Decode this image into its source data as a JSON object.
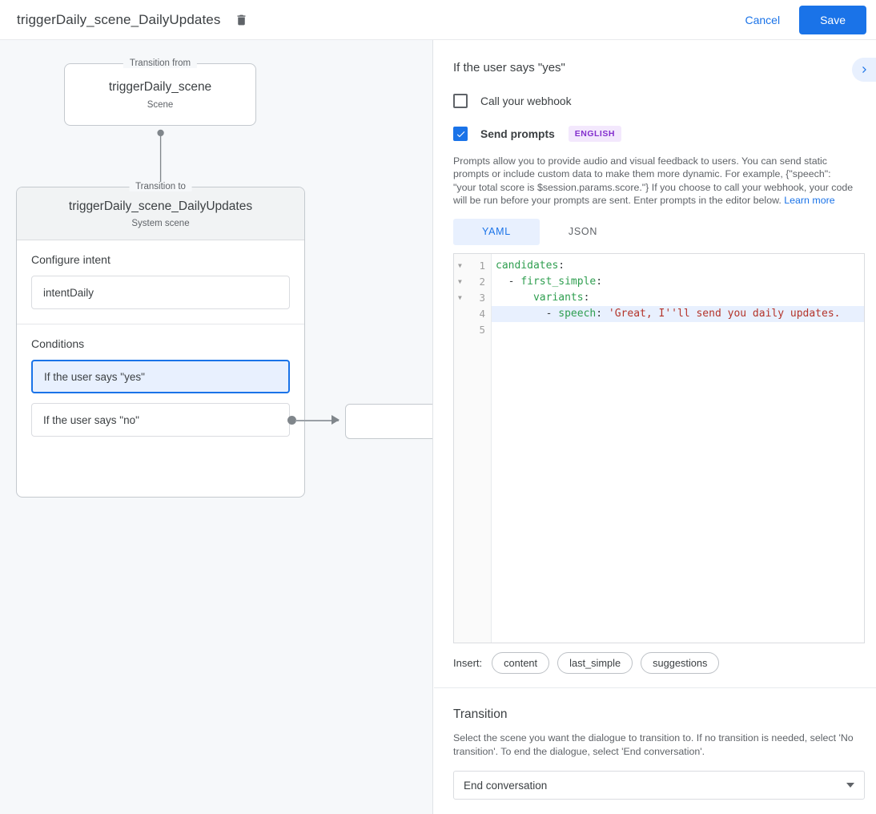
{
  "topbar": {
    "title": "triggerDaily_scene_DailyUpdates",
    "delete_icon": "trash-icon",
    "cancel_label": "Cancel",
    "save_label": "Save",
    "accent_color": "#1a73e8"
  },
  "canvas": {
    "from_node": {
      "legend": "Transition from",
      "title": "triggerDaily_scene",
      "subtitle": "Scene"
    },
    "to_node": {
      "legend": "Transition to",
      "title": "triggerDaily_scene_DailyUpdates",
      "subtitle": "System scene"
    },
    "intent_section": {
      "label": "Configure intent",
      "value": "intentDaily"
    },
    "conditions_section": {
      "label": "Conditions",
      "items": [
        {
          "label": "If the user says \"yes\"",
          "selected": true
        },
        {
          "label": "If the user says \"no\"",
          "selected": false
        }
      ]
    }
  },
  "panel": {
    "title": "If the user says \"yes\"",
    "collapse_icon": "chevron-right-icon",
    "webhook": {
      "label": "Call your webhook",
      "checked": false
    },
    "prompts": {
      "label": "Send prompts",
      "checked": true,
      "language_badge": "ENGLISH",
      "badge_bg": "#f3e8fd",
      "badge_color": "#8430ce",
      "description": "Prompts allow you to provide audio and visual feedback to users. You can send static prompts or include custom data to make them more dynamic. For example, {\"speech\": \"your total score is $session.params.score.\"} If you choose to call your webhook, your code will be run before your prompts are sent. Enter prompts in the editor below. ",
      "learn_more": "Learn more"
    },
    "format_tabs": [
      {
        "label": "YAML",
        "active": true
      },
      {
        "label": "JSON",
        "active": false
      }
    ],
    "editor": {
      "lines": [
        {
          "num": "1",
          "fold": true,
          "active": false,
          "tokens": [
            {
              "t": "candidates",
              "c": "k"
            },
            {
              "t": ":",
              "c": "p"
            }
          ]
        },
        {
          "num": "2",
          "fold": true,
          "active": false,
          "tokens": [
            {
              "t": "  - ",
              "c": "d"
            },
            {
              "t": "first_simple",
              "c": "k"
            },
            {
              "t": ":",
              "c": "p"
            }
          ]
        },
        {
          "num": "3",
          "fold": true,
          "active": false,
          "tokens": [
            {
              "t": "      ",
              "c": "d"
            },
            {
              "t": "variants",
              "c": "k"
            },
            {
              "t": ":",
              "c": "p"
            }
          ]
        },
        {
          "num": "4",
          "fold": false,
          "active": true,
          "tokens": [
            {
              "t": "        - ",
              "c": "d"
            },
            {
              "t": "speech",
              "c": "k"
            },
            {
              "t": ": ",
              "c": "p"
            },
            {
              "t": "'Great, I''ll send you daily updates.",
              "c": "s"
            }
          ]
        },
        {
          "num": "5",
          "fold": false,
          "active": false,
          "tokens": []
        }
      ]
    },
    "insert": {
      "label": "Insert:",
      "chips": [
        "content",
        "last_simple",
        "suggestions"
      ]
    },
    "transition": {
      "title": "Transition",
      "description": "Select the scene you want the dialogue to transition to. If no transition is needed, select 'No transition'. To end the dialogue, select 'End conversation'.",
      "selected": "End conversation",
      "caret_icon": "chevron-down-icon"
    }
  }
}
